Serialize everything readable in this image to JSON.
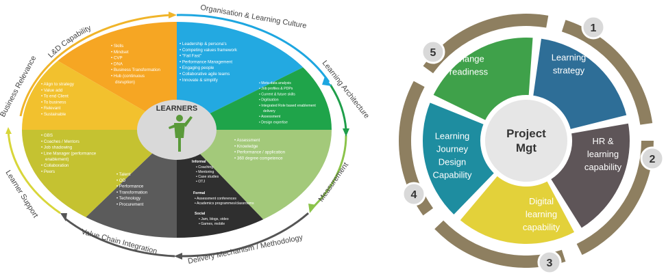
{
  "left_diagram": {
    "center_label": "LEARNERS",
    "ring_labels": {
      "ld_capability": "L&D Capability",
      "org_culture": "Organisation & Learning Culture",
      "learning_architecture": "Learning Architecture",
      "measurement": "Measurement",
      "delivery": "Delivery Mechanism / Methodology",
      "value_chain": "Value Chain Integration",
      "learner_support": "Learner Support",
      "business_relevance": "Business Relevance"
    },
    "segments": {
      "ld_capability": [
        "Skills",
        "Mindset",
        "CVP",
        "DNA",
        "Business Transformation",
        "Hub (continuous",
        "disruption)"
      ],
      "org_culture": [
        "Leadership & persona's",
        "Competing values framework",
        "\"Fail Fast\"",
        "Performance Management",
        "Engaging people",
        "Collaborative agile teams",
        "Innovate & simplify"
      ],
      "learning_architecture": [
        "Meta-data analysis",
        "Job profiles & PDPs",
        "Current & future skills",
        "Digitisation",
        "Integrated Role based enablement",
        "delivery",
        "Assessment",
        "Design expertise"
      ],
      "measurement": [
        "Assessment",
        "Knowledge",
        "Performance / application",
        "360 degree competence"
      ],
      "business_relevance": [
        "Align to strategy",
        "Value add",
        "To end Client",
        "To business",
        "Relevant",
        "Sustainable"
      ],
      "learner_support": [
        "GBS",
        "Coaches / Mentors",
        "Job shadowing",
        "Line Manager (performance",
        "enablement)",
        "Collaboration",
        "Peers"
      ],
      "value_chain": [
        "Talent",
        "OD",
        "Performance",
        "Transformation",
        "Technology",
        "Procurement"
      ],
      "delivery": {
        "informal_title": "Informal",
        "informal": [
          "Coaching",
          "Mentoring",
          "Case studies",
          "OTJ"
        ],
        "formal_title": "Formal",
        "formal": [
          "Assessment conferences",
          "Academics programmes/classrooms"
        ],
        "social_title": "Social",
        "social": [
          "Jam, blogs, video",
          "Games, mobile"
        ]
      }
    }
  },
  "right_diagram": {
    "center_title_line1": "Project",
    "center_title_line2": "Mgt",
    "segments": [
      {
        "number": "1",
        "lines": [
          "Learning",
          "strategy"
        ],
        "color": "#2E6E97"
      },
      {
        "number": "2",
        "lines": [
          "HR &",
          "learning",
          "capability"
        ],
        "color": "#5E5558"
      },
      {
        "number": "3",
        "lines": [
          "Digital",
          "learning",
          "capability"
        ],
        "color": "#E3D13A"
      },
      {
        "number": "4",
        "lines": [
          "Learning",
          "Journey",
          "Design",
          "Capability"
        ],
        "color": "#1E8DA0"
      },
      {
        "number": "5",
        "lines": [
          "Change",
          "readiness"
        ],
        "color": "#3FA14A"
      }
    ],
    "outer_ring_color": "#8E7F60"
  }
}
